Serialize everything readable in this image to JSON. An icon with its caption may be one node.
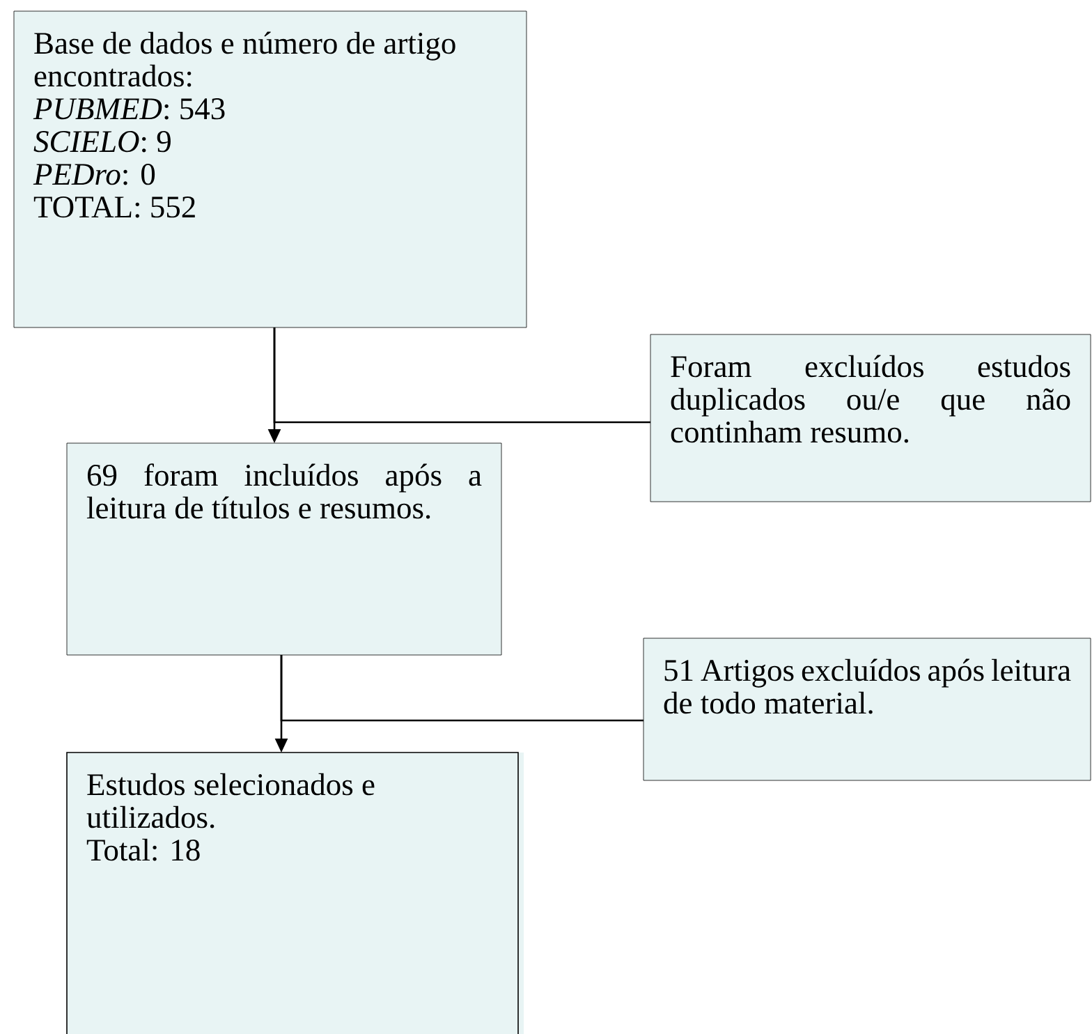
{
  "diagram": {
    "nodes": [
      {
        "text": [
          "Base de dados e número de artigo encontrados:",
          "*PUBMED*: 543",
          "*SCIELO*: 9",
          "*PEDro*: 0",
          "TOTAL: 552"
        ]
      },
      {
        "text": [
          "Foram excluídos estudos duplicados ou/e que não continham resumo."
        ]
      },
      {
        "text": [
          "69 foram incluídos após a leitura de títulos e resumos."
        ]
      },
      {
        "text": [
          "51 Artigos excluídos após leitura de todo material."
        ]
      },
      {
        "text": [
          "Estudos selecionados e utilizados.",
          "Total: 18"
        ]
      }
    ],
    "edges": [
      {
        "from": 0,
        "to": 2,
        "arrow": "to"
      },
      {
        "from": 0,
        "to": 1,
        "arrow": "none"
      },
      {
        "from": 2,
        "to": 4,
        "arrow": "to"
      },
      {
        "from": 2,
        "to": 3,
        "arrow": "none"
      }
    ]
  }
}
